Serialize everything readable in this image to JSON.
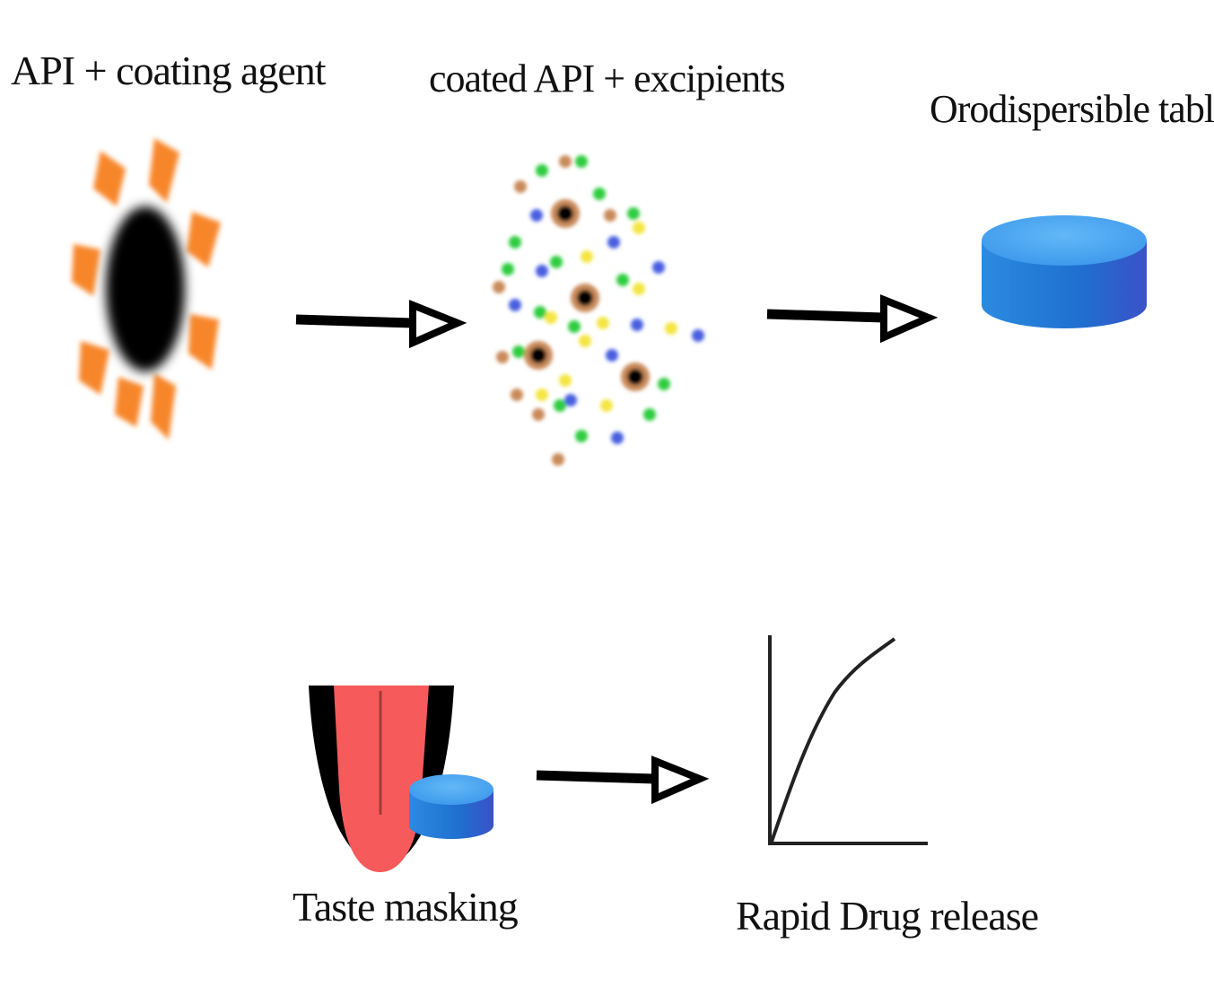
{
  "labels": {
    "api_coating": "API + coating agent",
    "coated_excipients": "coated API + excipients",
    "odt": "Orodispersible tablet",
    "taste_masking": "Taste masking",
    "rapid_release": "Rapid Drug release"
  },
  "colors": {
    "api_core": "#000000",
    "coating": "#f7862c",
    "excipient_green": "#2ecc40",
    "excipient_blue": "#4a5fe0",
    "excipient_yellow": "#f4e542",
    "excipient_tan": "#c98a5a",
    "tablet_top": "#4aa6f0",
    "tablet_side": "#1f78d1",
    "tongue": "#f65a5a",
    "arrow": "#000000"
  },
  "icons": [
    "coated-particle-icon",
    "particle-mixture-icon",
    "tablet-icon",
    "tongue-icon",
    "release-curve-icon",
    "arrow-icon"
  ]
}
